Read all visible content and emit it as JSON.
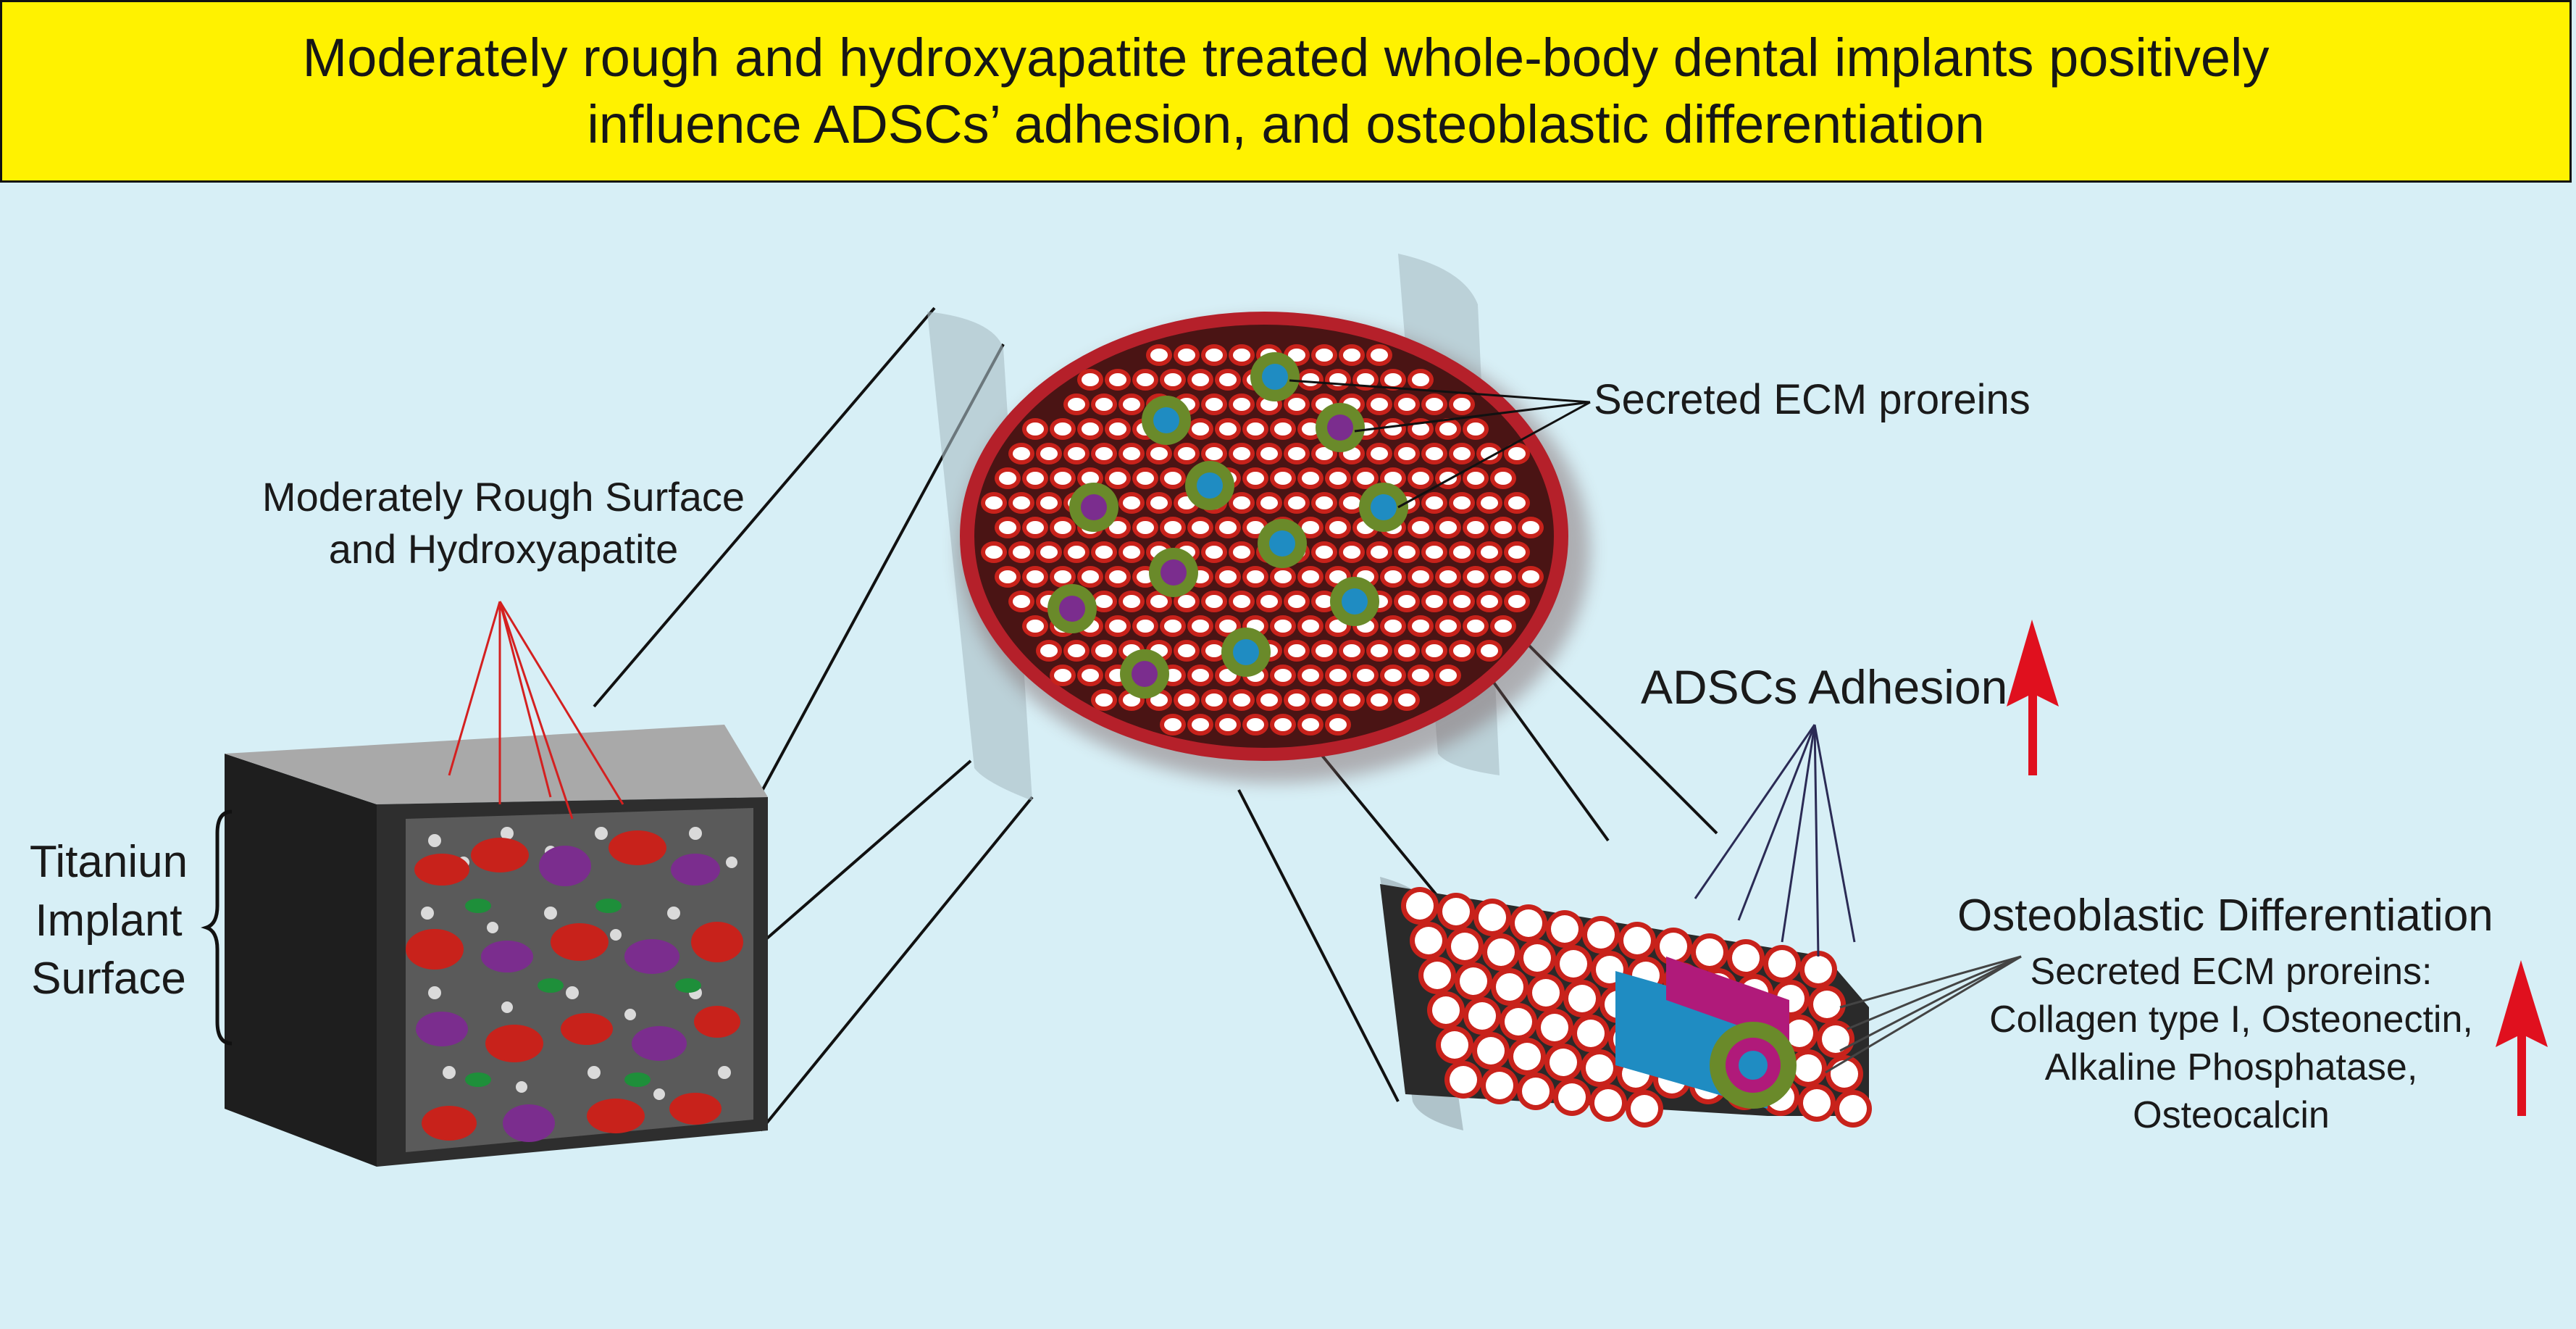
{
  "title": {
    "line1": "Moderately rough and hydroxyapatite treated whole-body dental implants positively",
    "line2": "influence ADSCs’ adhesion, and osteoblastic differentiation"
  },
  "labels": {
    "surface": [
      "Moderately Rough Surface",
      "and Hydroxyapatite"
    ],
    "titanium": [
      "Titaniun",
      "Implant",
      "Surface"
    ],
    "ecm_top": "Secreted ECM proreins",
    "adhesion": "ADSCs Adhesion",
    "differentiation": "Osteoblastic Differentiation",
    "ecm_list": [
      "Secreted ECM proreins:",
      "Collagen type I, Osteonectin,",
      "Alkaline Phosphatase,",
      "Osteocalcin"
    ]
  },
  "colors": {
    "background": "#d7eff6",
    "title_fill": "#fff200",
    "arrow": "#e0101e",
    "cell_red": "#c8221b",
    "block_dark": "#3a3a3a",
    "hydroxyapatite_purple": "#7b2d8e",
    "green": "#1e8f3a"
  },
  "indicators": {
    "adhesion": "up-arrow",
    "differentiation": "up-arrow"
  }
}
